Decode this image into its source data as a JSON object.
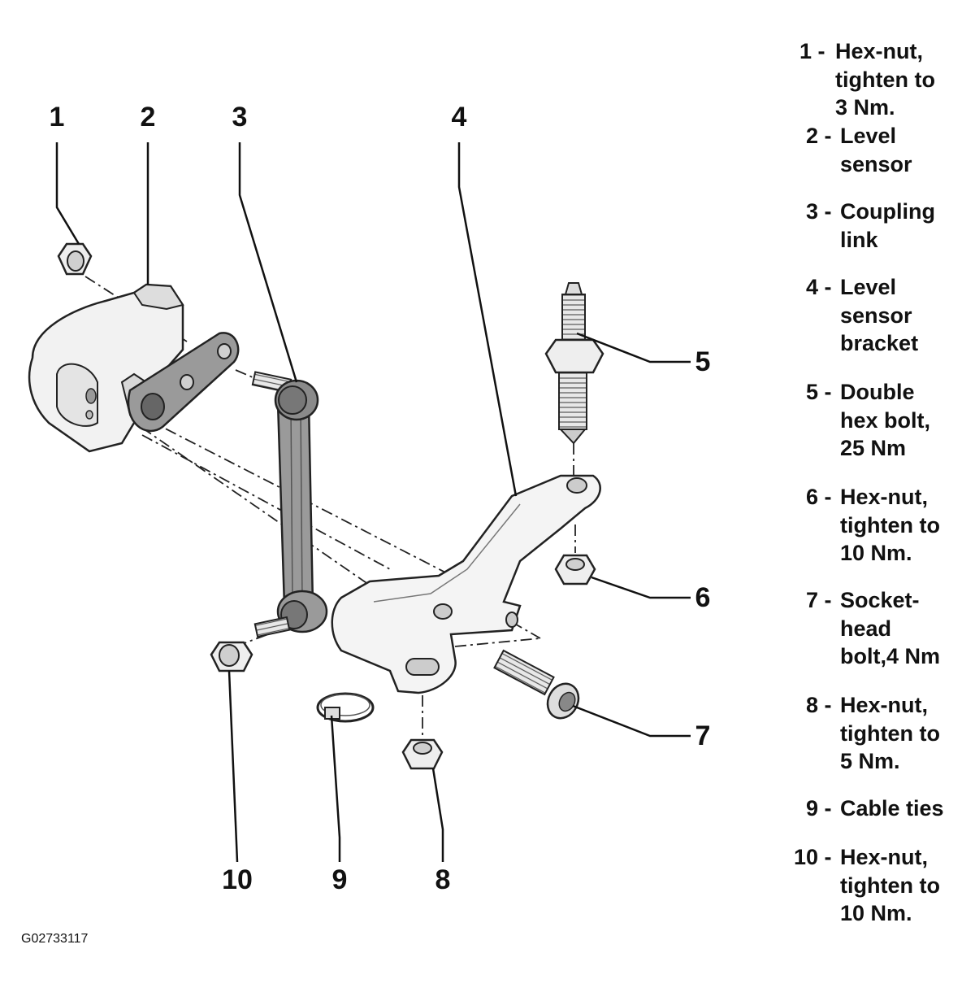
{
  "figure_id": "G02733117",
  "callouts": [
    "1",
    "2",
    "3",
    "4",
    "5",
    "6",
    "7",
    "8",
    "9",
    "10"
  ],
  "legend": [
    {
      "num": "1 -",
      "text": "Hex-nut,\ntighten to\n3 Nm."
    },
    {
      "num": "2 -",
      "text": "Level\nsensor"
    },
    {
      "num": "3 -",
      "text": "Coupling\nlink"
    },
    {
      "num": "4 -",
      "text": "Level\nsensor\nbracket"
    },
    {
      "num": "5 -",
      "text": "Double\nhex bolt,\n25 Nm"
    },
    {
      "num": "6 -",
      "text": "Hex-nut,\ntighten to\n10 Nm."
    },
    {
      "num": "7 -",
      "text": "Socket-\nhead\nbolt,4 Nm"
    },
    {
      "num": "8 -",
      "text": "Hex-nut,\ntighten to\n5 Nm."
    },
    {
      "num": "9 -",
      "text": "Cable ties"
    },
    {
      "num": "10 -",
      "text": "Hex-nut,\ntighten to\n10 Nm."
    }
  ]
}
